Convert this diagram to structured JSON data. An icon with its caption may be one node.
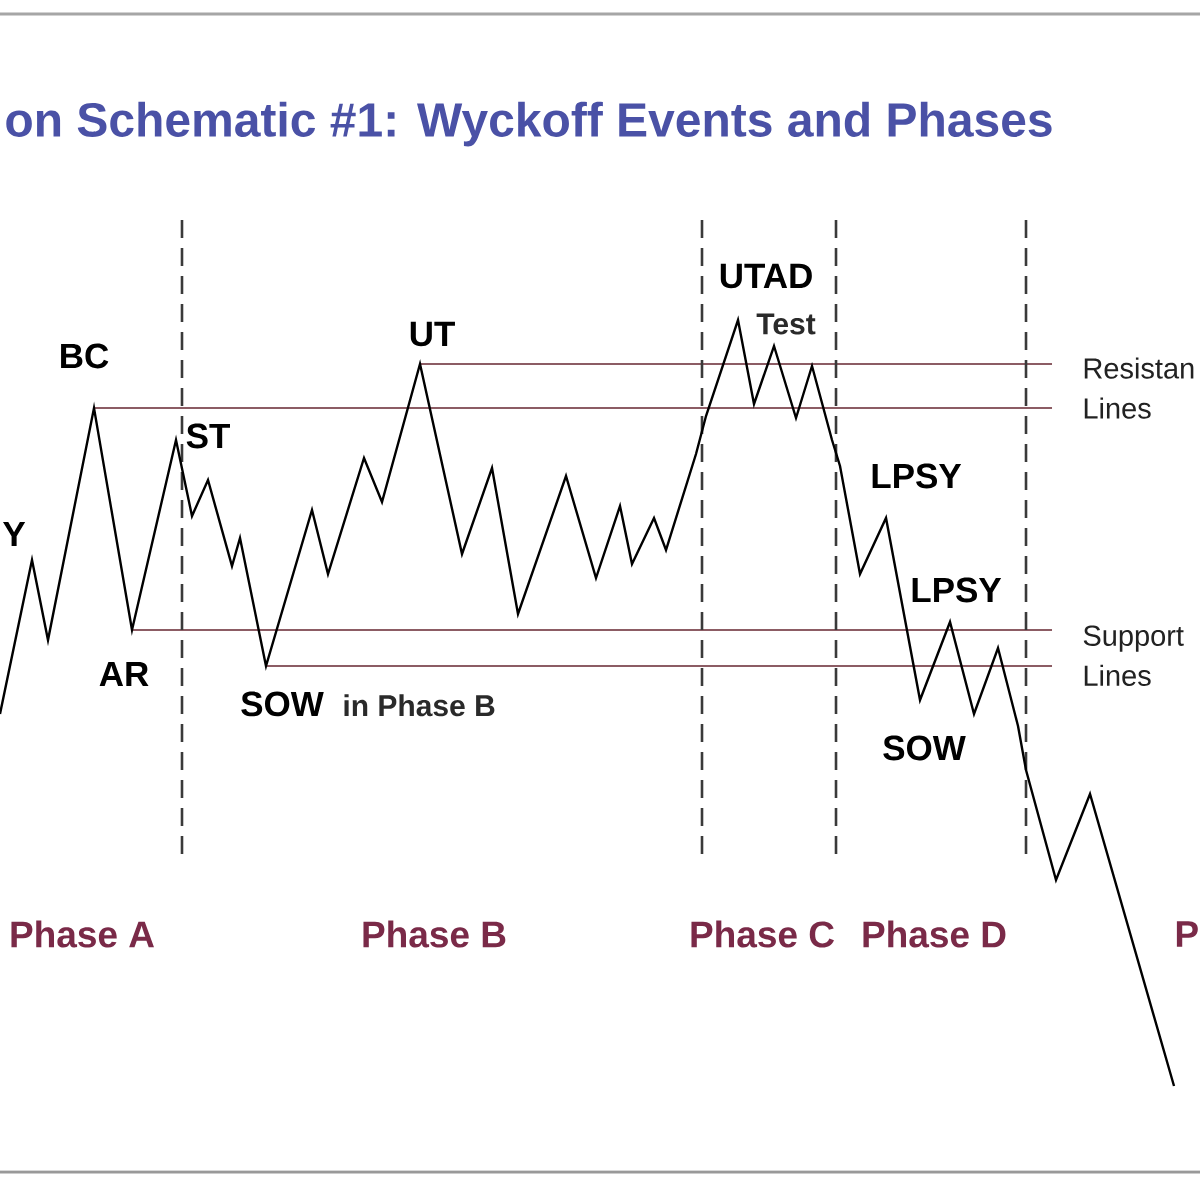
{
  "diagram": {
    "title": "on Schematic #1: Wyckoff Events and Phases",
    "labels": [
      "UTAD",
      "BC",
      "UT",
      "Test",
      "Resistan Lines",
      "ST",
      "LPSY",
      "Y",
      "LPSY",
      "Support Lines",
      "AR",
      "SOW",
      "in Phase B",
      "SOW",
      "Phase A",
      "Phase B",
      "Phase C",
      "Phase D",
      "P"
    ]
  }
}
